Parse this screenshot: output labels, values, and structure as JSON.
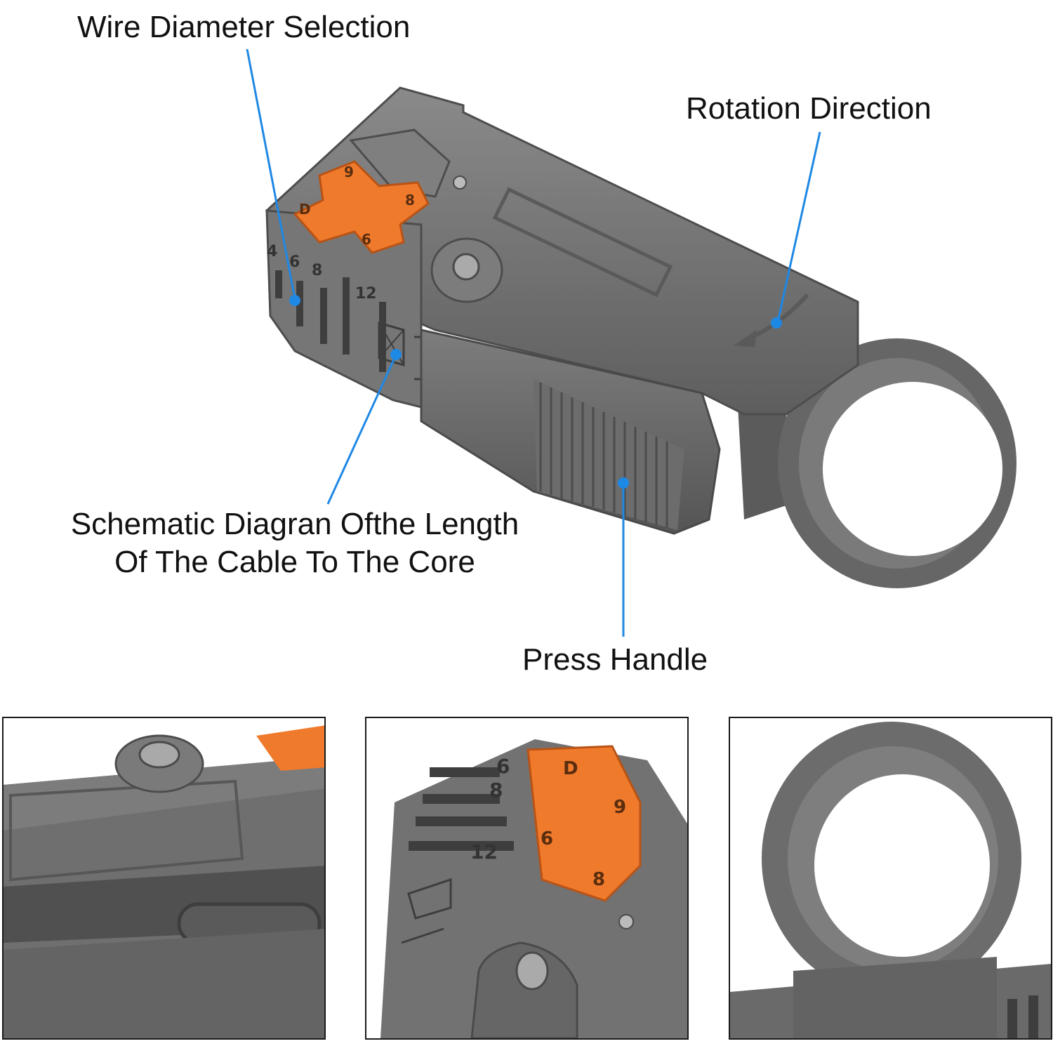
{
  "callouts": {
    "wire_diameter": "Wire Diameter Selection",
    "rotation": "Rotation Direction",
    "schematic_line1": "Schematic Diagran Ofthe Length",
    "schematic_line2": "Of The Cable To The Core",
    "press_handle": "Press Handle"
  },
  "scale_marks": {
    "four": "4",
    "six": "6",
    "eight": "8",
    "twelve": "12"
  },
  "blade_marks": {
    "nine_a": "9",
    "eight": "8",
    "six": "6",
    "d": "D"
  },
  "colors": {
    "body": "#6f6f6f",
    "body_dark": "#555555",
    "accent": "#f07a2c",
    "leader": "#1e88e5",
    "leader_orange": "#1e88e5"
  }
}
